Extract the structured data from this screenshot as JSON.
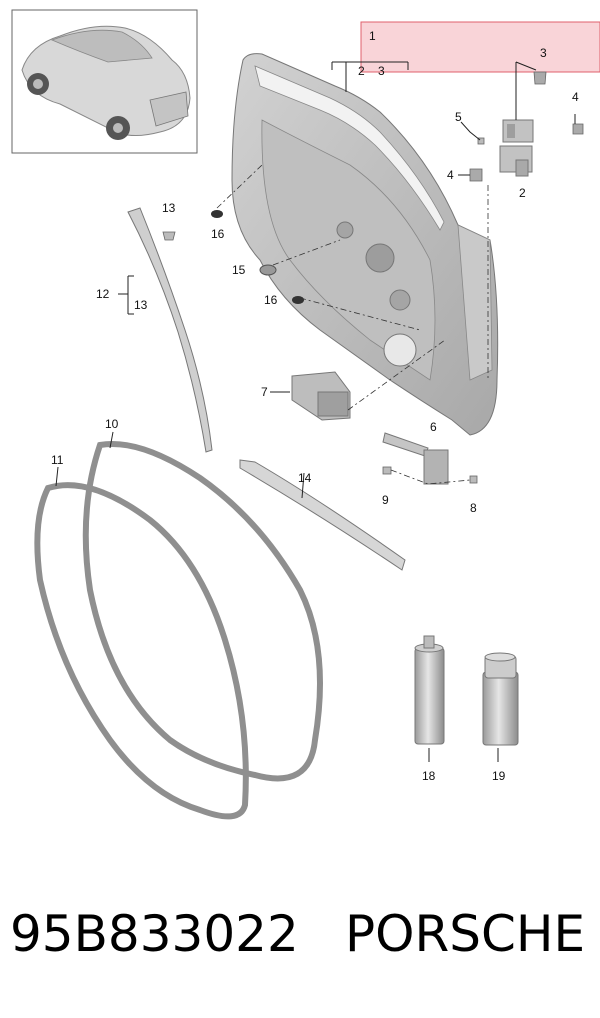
{
  "callouts": {
    "c1": "1",
    "c2_top": "2",
    "c3_top": "3",
    "c3": "3",
    "c4_top": "4",
    "c5": "5",
    "c4_mid": "4",
    "c2": "2",
    "c13_top": "13",
    "c16_top": "16",
    "c15": "15",
    "c16_mid": "16",
    "c12": "12",
    "c13": "13",
    "c7": "7",
    "c6": "6",
    "c9": "9",
    "c8": "8",
    "c10": "10",
    "c11": "11",
    "c14": "14",
    "c18": "18",
    "c19": "19"
  },
  "footer": {
    "part_number": "95B833022",
    "brand": "PORSCHE"
  },
  "colors": {
    "highlight_fill": "#f9d4d8",
    "highlight_stroke": "#e0606c",
    "part_gray": "#b9b9b9",
    "seal_gray": "#8f8f8f"
  }
}
